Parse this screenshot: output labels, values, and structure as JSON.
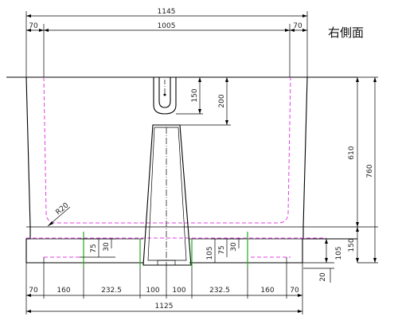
{
  "title": "右側面",
  "dimensions": {
    "overall_width": "1145",
    "top_left_margin": "70",
    "top_inner_width": "1005",
    "top_right_margin": "70",
    "bottom_total": "1125",
    "bottom_segments": [
      "70",
      "160",
      "232.5",
      "100",
      "100",
      "232.5",
      "160",
      "70"
    ],
    "height_total": "760",
    "height_body": "610",
    "height_base": "150",
    "slot_depth_150": "150",
    "slot_depth_200": "200",
    "radius": "R20",
    "step_left_75": "75",
    "step_left_30": "30",
    "step_right_105a": "105",
    "step_right_75": "75",
    "step_right_30": "30",
    "step_far_105": "105",
    "step_far_20": "20"
  },
  "colors": {
    "outline": "#000000",
    "hidden_line": "#e040e0",
    "marker_line": "#22aa22"
  }
}
